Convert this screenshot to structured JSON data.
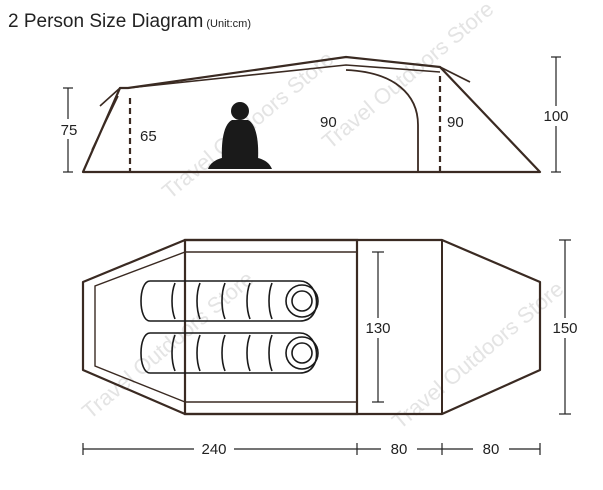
{
  "header": {
    "title": "2 Person Size Diagram",
    "unit": "(Unit:cm)"
  },
  "side_view": {
    "left_end_height": "75",
    "inner_left_height": "65",
    "peak_height": "90",
    "vestibule_inner_height": "90",
    "overall_height": "100"
  },
  "top_view": {
    "inner_width": "130",
    "vestibule_width": "150"
  },
  "lengths": {
    "inner_length": "240",
    "vestibule_length_1": "80",
    "vestibule_length_2": "80"
  },
  "watermark": "Travel Outdoors Store",
  "colors": {
    "tent_outline": "#3a2a22",
    "dimension_lines": "#222222"
  }
}
